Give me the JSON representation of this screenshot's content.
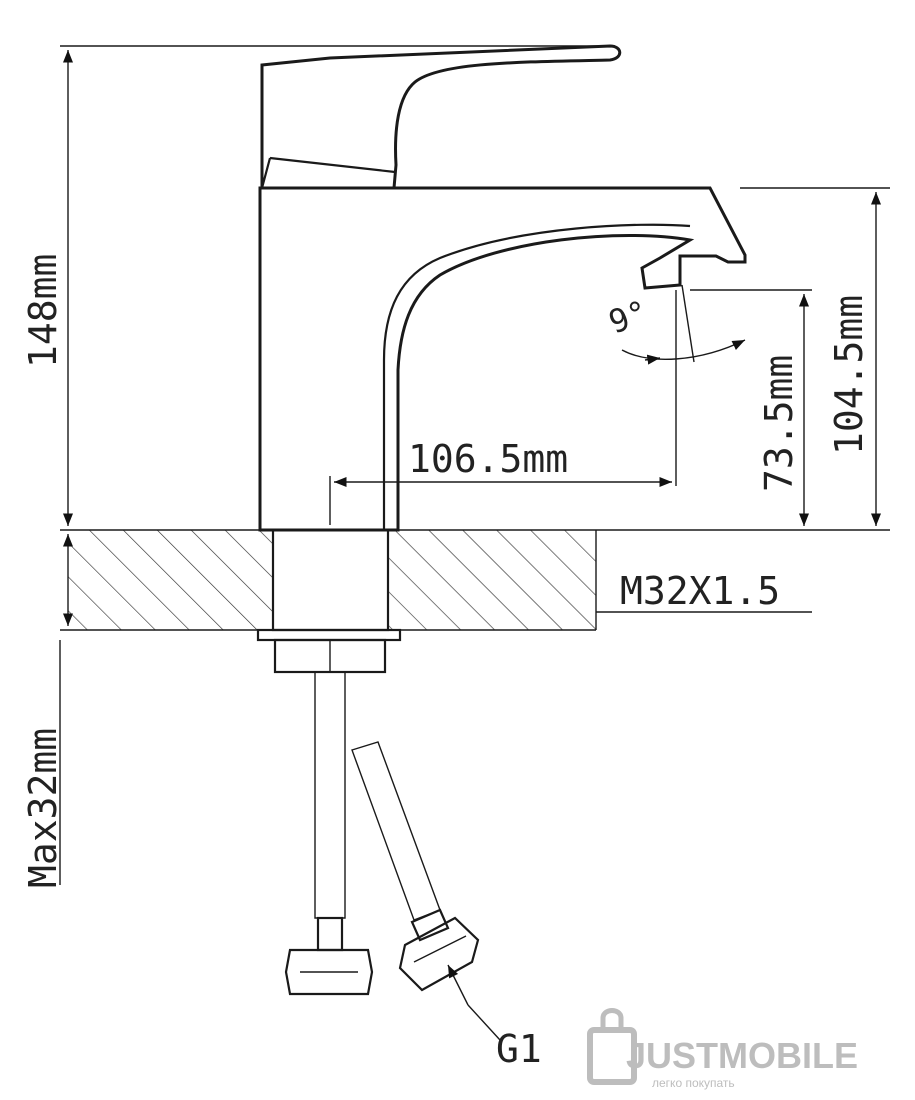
{
  "dimensions": {
    "total_height": "148mm",
    "spout_height": "104.5mm",
    "outlet_height": "73.5mm",
    "spout_reach": "106.5mm",
    "angle": "9°",
    "thread": "M32X1.5",
    "max_counter": "Max32mm",
    "hose_thread": "G1"
  },
  "watermark": {
    "brand": "JUSTMOBILE",
    "tagline": "легко покупать"
  }
}
